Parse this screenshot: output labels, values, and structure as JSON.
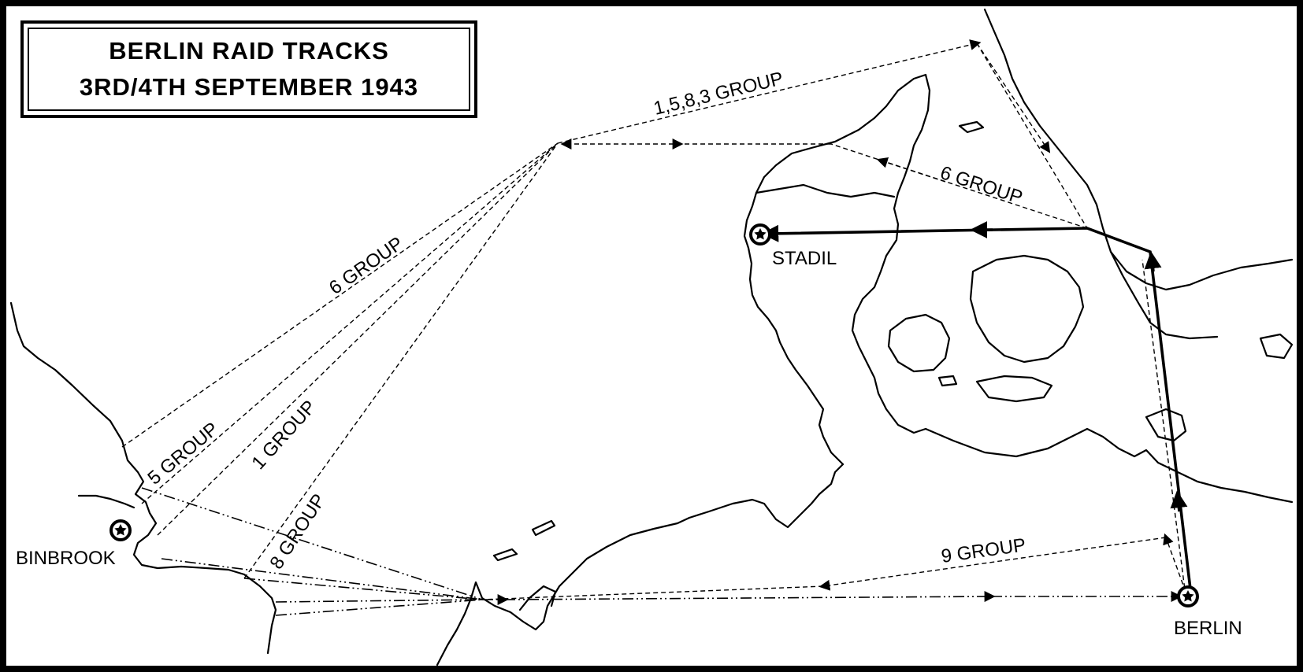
{
  "title": {
    "line1": "BERLIN RAID TRACKS",
    "line2": "3RD/4TH SEPTEMBER 1943"
  },
  "places": {
    "binbrook": "BINBROOK",
    "stadil": "STADIL",
    "berlin": "BERLIN"
  },
  "routes": {
    "group_1583": "1,5,8,3  GROUP",
    "group_6_north": "6 GROUP",
    "group_6_west": "6 GROUP",
    "group_5": "5 GROUP",
    "group_1": "1 GROUP",
    "group_8": "8 GROUP",
    "group_9": "9 GROUP"
  },
  "colors": {
    "ink": "#000000",
    "paper": "#ffffff"
  },
  "icons": {
    "airfield_marker": "circled-star-icon",
    "direction_marker": "arrowhead-icon"
  }
}
